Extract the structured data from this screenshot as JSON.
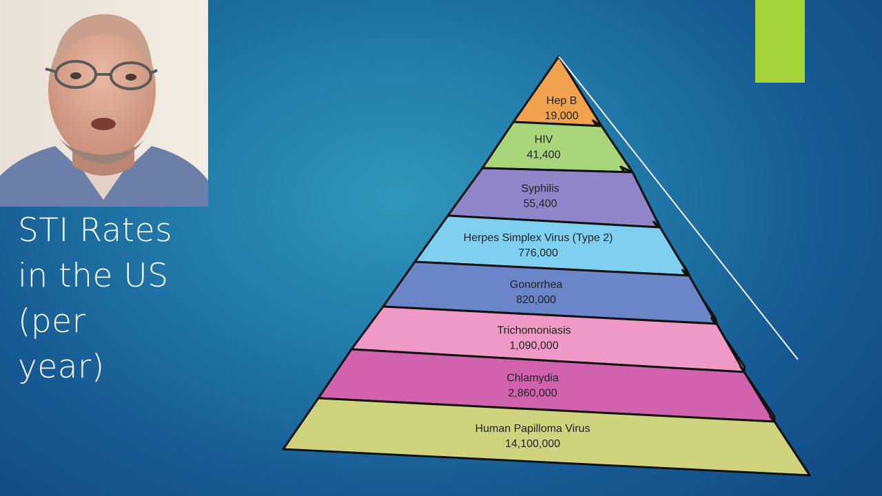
{
  "title_lines": [
    "STI Rates",
    "in the US",
    "(per",
    "year)"
  ],
  "colors": {
    "accent_bar": "#a6d33a",
    "outline": "#111111"
  },
  "tiers": [
    {
      "name": "Hep B",
      "value": "19,000",
      "color": "#f0a24f",
      "side": "#b97230"
    },
    {
      "name": "HIV",
      "value": "41,400",
      "color": "#a9d57a",
      "side": "#82aa55"
    },
    {
      "name": "Syphilis",
      "value": "55,400",
      "color": "#8f86c9",
      "side": "#6a62a3"
    },
    {
      "name": "Herpes Simplex Virus (Type 2)",
      "value": "776,000",
      "color": "#7fd0f0",
      "side": "#52a6cf"
    },
    {
      "name": "Gonorrhea",
      "value": "820,000",
      "color": "#6a86c8",
      "side": "#4a63a2"
    },
    {
      "name": "Trichomoniasis",
      "value": "1,090,000",
      "color": "#ef99c6",
      "side": "#c974a3"
    },
    {
      "name": "Chlamydia",
      "value": "2,860,000",
      "color": "#d162ad",
      "side": "#a74087"
    },
    {
      "name": "Human Papilloma Virus",
      "value": "14,100,000",
      "color": "#cfd37e",
      "side": "#a5aa56"
    }
  ]
}
